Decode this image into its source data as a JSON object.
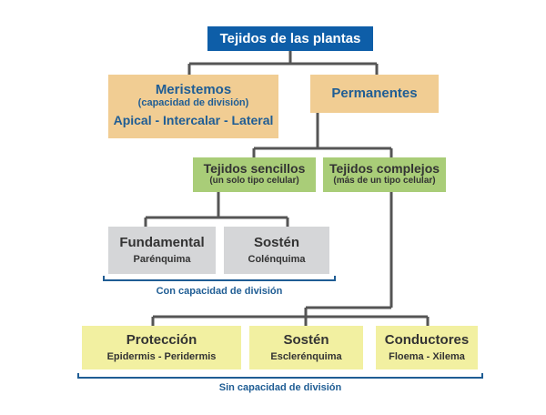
{
  "root": {
    "label": "Tejidos de las plantas"
  },
  "meristemos": {
    "title": "Meristemos",
    "subtitle": "(capacidad de división)",
    "types": "Apical - Intercalar - Lateral"
  },
  "permanentes": {
    "title": "Permanentes"
  },
  "sencillos": {
    "title": "Tejidos sencillos",
    "subtitle": "(un solo tipo celular)"
  },
  "complejos": {
    "title": "Tejidos complejos",
    "subtitle": "(más de un tipo celular)"
  },
  "fundamental": {
    "title": "Fundamental",
    "example": "Parénquima"
  },
  "sosten_sencillo": {
    "title": "Sostén",
    "example": "Colénquima"
  },
  "proteccion": {
    "title": "Protección",
    "example": "Epidermis - Peridermis"
  },
  "sosten_complejo": {
    "title": "Sostén",
    "example": "Esclerénquima"
  },
  "conductores": {
    "title": "Conductores",
    "example": "Floema - Xilema"
  },
  "captions": {
    "con": "Con capacidad de división",
    "sin": "Sin capacidad de división"
  },
  "colors": {
    "root_fill": "#0e5ea8",
    "tan_fill": "#f1cd93",
    "green_fill": "#a9cd78",
    "gray_fill": "#d5d6d8",
    "yellow_fill": "#f2f0a1",
    "connector": "#555555",
    "bracket": "#1f5d94"
  }
}
